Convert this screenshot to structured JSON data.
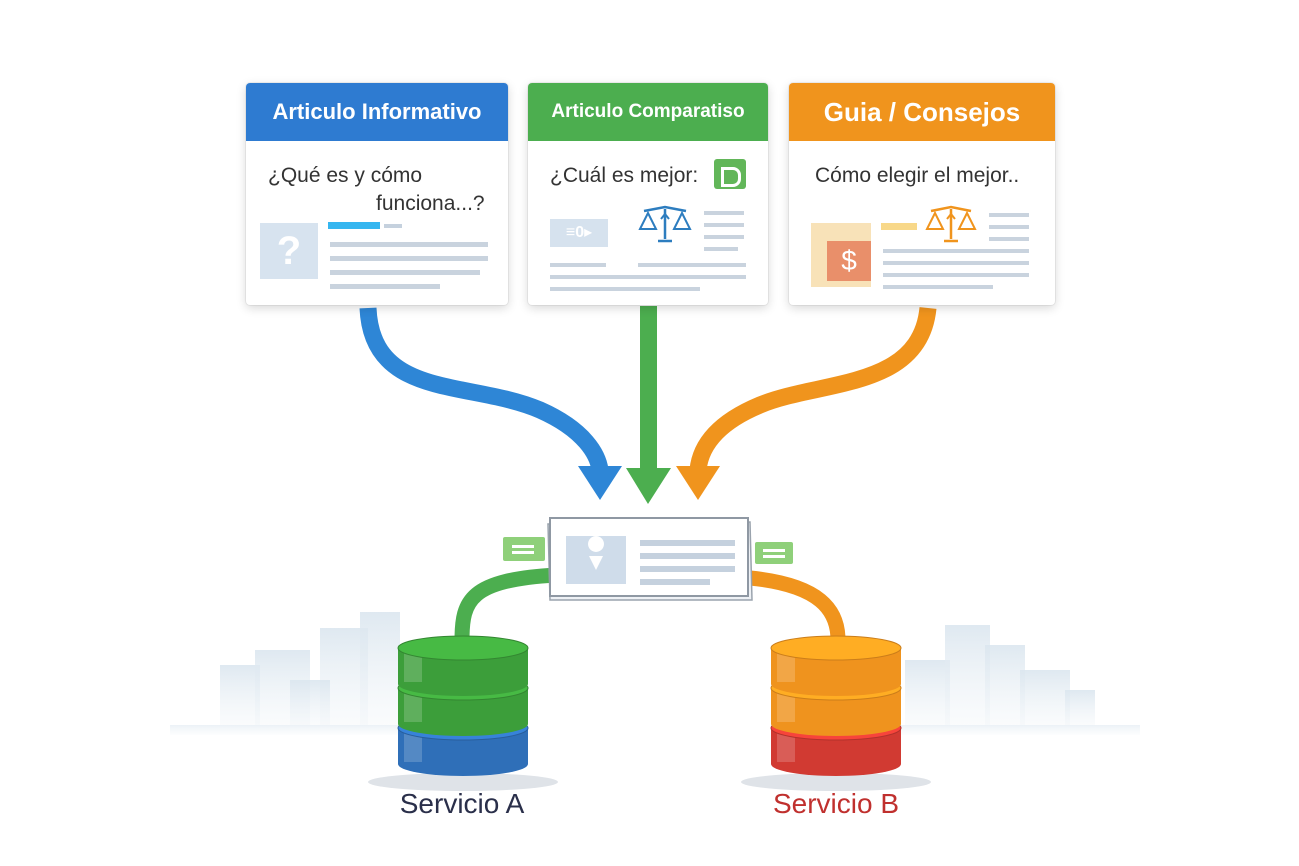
{
  "cards": {
    "informativo": {
      "title": "Articulo Informativo",
      "question": "¿Qué es y cómo",
      "question_cont": "funciona...?",
      "color": "#2e7bd1"
    },
    "comparativo": {
      "title": "Articulo Comparatiso",
      "question": "¿Cuál es mejor:",
      "color": "#4cae4f"
    },
    "guia": {
      "title": "Guia / Consejos",
      "question": "Cómo elegir el mejor..",
      "color": "#f0941d"
    }
  },
  "icons": {
    "informativo": "question-mark-icon",
    "comparativo": "scale-icon",
    "guia": "dollar-icon",
    "hub": "map-pin-icon"
  },
  "tile_glyphs": {
    "question": "?",
    "dollar": "$",
    "compare": "≡0▸"
  },
  "services": {
    "a": {
      "label": "Servicio A",
      "color": "#2a2f4a",
      "layers": [
        "#3c9e3a",
        "#3c9e3a",
        "#2f6fb8"
      ]
    },
    "b": {
      "label": "Servicio B",
      "color": "#c0302e",
      "layers": [
        "#ef931e",
        "#ef931e",
        "#d13a32"
      ]
    }
  }
}
